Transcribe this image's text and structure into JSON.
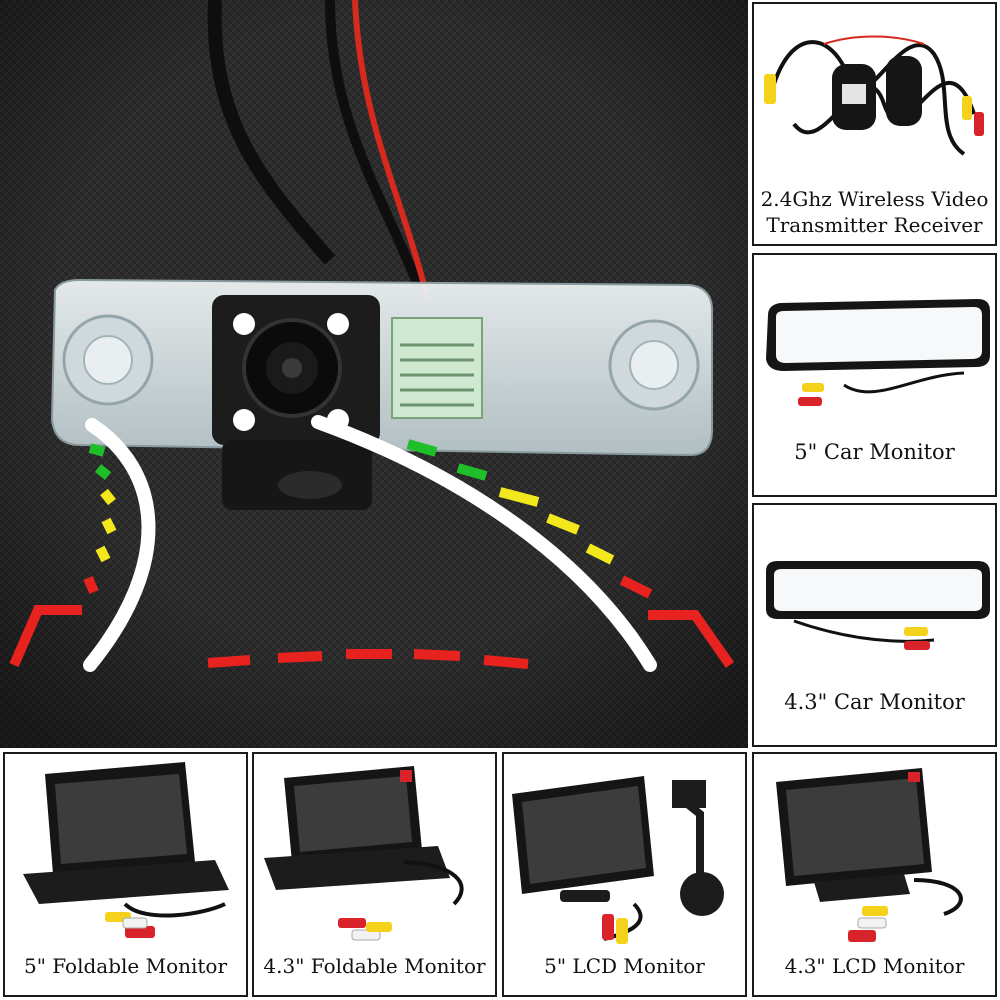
{
  "hero": {
    "fabric_color": "#2b2b2b",
    "guide_colors": {
      "near": "#e8231f",
      "mid": "#f2e81c",
      "far": "#1fbf2a",
      "path": "#ffffff"
    },
    "product": {
      "housing_color": "#d9e3e6",
      "camera_color": "#1c1c1c",
      "led_color": "#ffffff",
      "cable_red": "#d62a1f"
    }
  },
  "options": {
    "wireless": {
      "label_line1": "2.4Ghz Wireless Video",
      "label_line2": "Transmitter Receiver"
    },
    "mirror_5": {
      "label": "5\" Car Monitor"
    },
    "mirror_43": {
      "label": "4.3\" Car Monitor"
    },
    "fold_5": {
      "label": "5\" Foldable Monitor"
    },
    "fold_43": {
      "label": "4.3\" Foldable Monitor"
    },
    "lcd_5": {
      "label": "5\" LCD Monitor"
    },
    "lcd_43": {
      "label": "4.3\" LCD Monitor"
    }
  },
  "connector_colors": {
    "yellow": "#f4d21c",
    "red": "#d8232a",
    "white": "#f2f2f2"
  }
}
